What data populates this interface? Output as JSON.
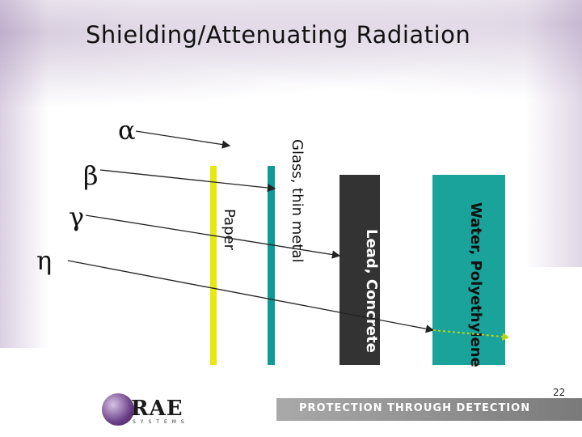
{
  "slide": {
    "title": "Shielding/Attenuating Radiation",
    "page_number": "22"
  },
  "radiation": {
    "alpha": "α",
    "beta": "β",
    "gamma": "γ",
    "eta": "η"
  },
  "barriers": {
    "paper": "Paper",
    "glass": "Glass, thin metal",
    "lead": "Lead, Concrete",
    "water": "Water, Polyethylene"
  },
  "colors": {
    "paper": "#e8e80e",
    "glass": "#0f9a9a",
    "lead": "#333333",
    "water": "#1aa39a",
    "final_ray": "#b8d41a"
  },
  "footer": {
    "tagline": "PROTECTION THROUGH DETECTION",
    "logo_text": "RAE",
    "logo_subtext": "SYSTEMS"
  }
}
